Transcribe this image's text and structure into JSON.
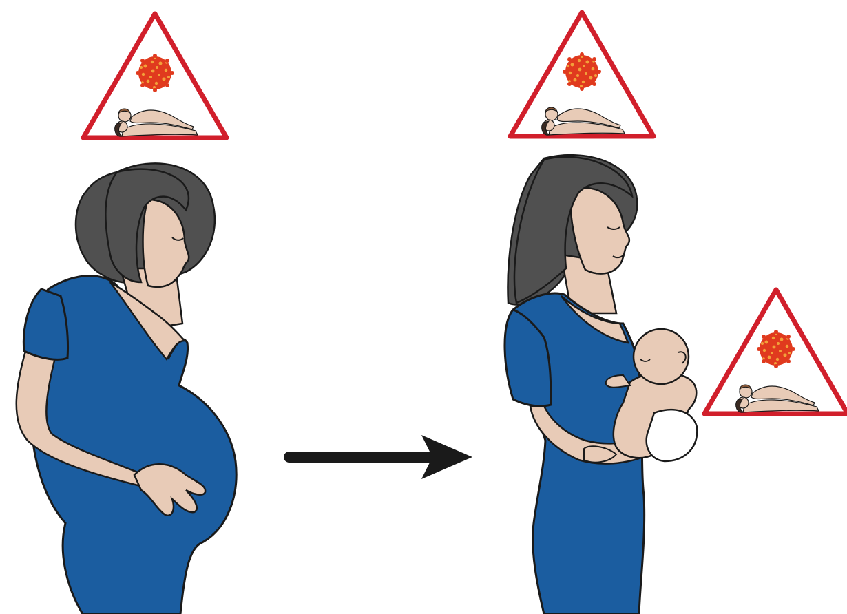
{
  "scene": {
    "panels": [
      {
        "id": "pregnant-woman",
        "description": "",
        "warning_signs": 1
      },
      {
        "id": "breastfeeding-mother",
        "description": "",
        "warning_signs": 2
      }
    ],
    "transition": "arrow-right"
  },
  "icons": {
    "warning_sign": "warning-triangle-icon",
    "virus": "virus-icon",
    "couple": "intimacy-couple-icon",
    "arrow": "arrow-right-icon"
  },
  "colors": {
    "background": "#ffffff",
    "dress": "#1b5da0",
    "skin": "#e8cbb7",
    "hair": "#505050",
    "outline": "#1a1a1a",
    "warning_border": "#d11f2b",
    "virus_red": "#e03a1e",
    "virus_dots": "#f2a13a",
    "arrow": "#1a1a1a"
  }
}
